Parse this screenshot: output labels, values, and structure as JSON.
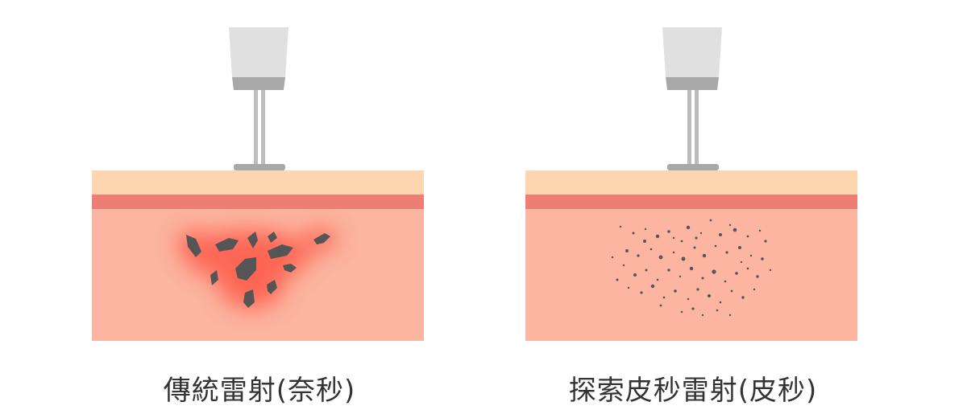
{
  "panels": [
    {
      "caption": "傳統雷射(奈秒)",
      "fragment_style": "large-fragments",
      "glow": true
    },
    {
      "caption": "探索皮秒雷射(皮秒)",
      "fragment_style": "fine-particles",
      "glow": false
    }
  ],
  "colors": {
    "epidermis": "#fdd6b0",
    "red_band": "#ec7e76",
    "dermis": "#fbb5a0",
    "pigment": "#555555",
    "glow": "#ff3b30",
    "probe_head": "#e0e0e0",
    "probe_band": "#a8a8a8",
    "probe_rod": "#bdbdbd"
  },
  "icons": [
    "laser-probe-icon",
    "pigment-fragment-icon",
    "pigment-particle-icon"
  ]
}
